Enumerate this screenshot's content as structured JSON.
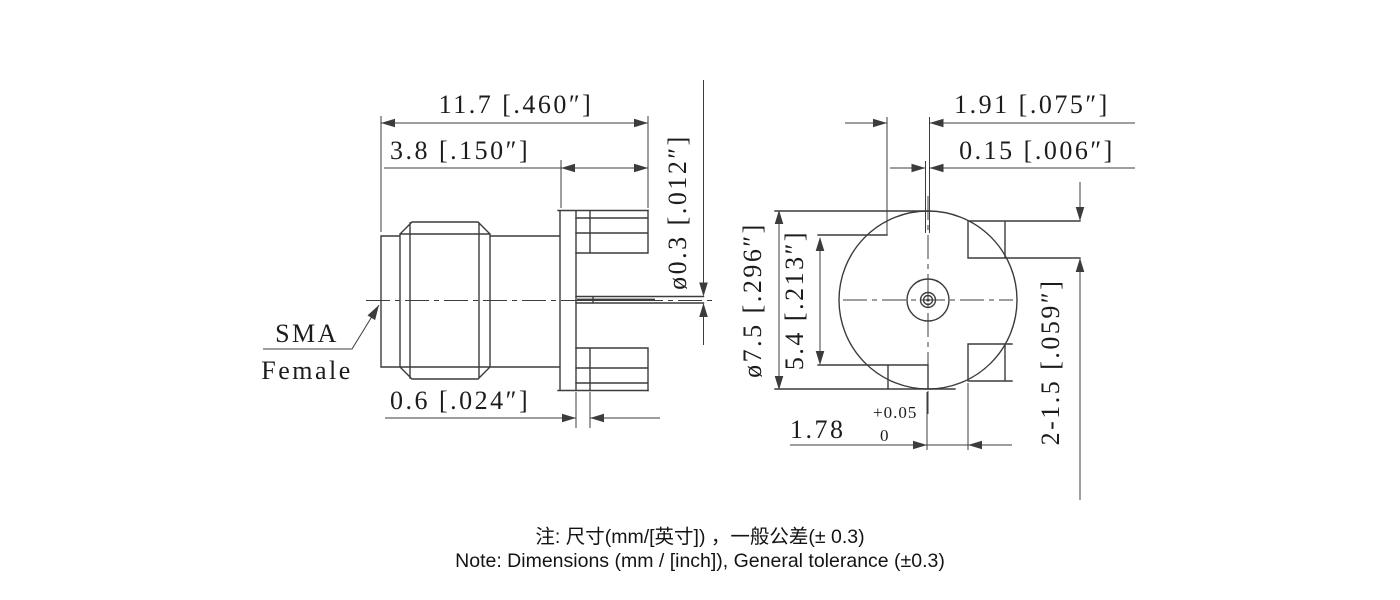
{
  "connector_label": {
    "line1": "SMA",
    "line2": "Female"
  },
  "side_view_dims": {
    "overall_length": "11.7 [.460″]",
    "tab_length": "3.8 [.150″]",
    "tab_thickness": "0.6 [.024″]",
    "pin_diameter": "ø0.3 [.012″]"
  },
  "end_view_dims": {
    "tab_edge_offset": "1.91 [.075″]",
    "edge_gap": "0.15 [.006″]",
    "body_diameter": "ø7.5 [.296″]",
    "slot_span": "5.4 [.213″]",
    "center_to_tab": {
      "value": "1.78",
      "tol_upper": "+0.05",
      "tol_lower": "0"
    },
    "tab_width": "2-1.5 [.059″]"
  },
  "note": {
    "cn": "注: 尺寸(mm/[英寸]) ，一般公差(± 0.3)",
    "en": "Note: Dimensions (mm / [inch]), General tolerance (±0.3)"
  },
  "colors": {
    "line": "#3c3c3c",
    "text": "#1c1c1c",
    "background": "#ffffff"
  }
}
